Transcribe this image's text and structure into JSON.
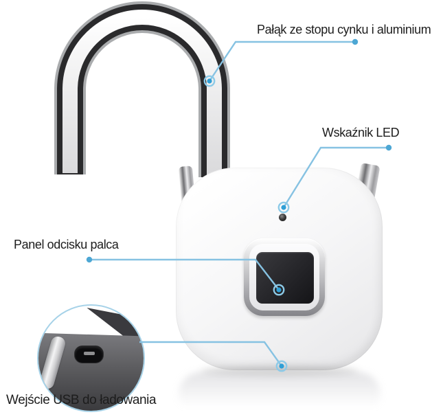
{
  "annotations": {
    "shackle": {
      "label": "Pałąk ze stopu cynku i aluminium"
    },
    "led": {
      "label": "Wskaźnik LED"
    },
    "fingerprint": {
      "label": "Panel odcisku palca"
    },
    "usb": {
      "label": "Wejście USB do ładowania"
    }
  },
  "colors": {
    "callout_line": "#86c2e2",
    "callout_dot": "#4da7d4",
    "marker_ring": "#8ccae8",
    "marker_center": "#2f9fd6",
    "label_text": "#1d1d1d",
    "background": "#ffffff"
  }
}
